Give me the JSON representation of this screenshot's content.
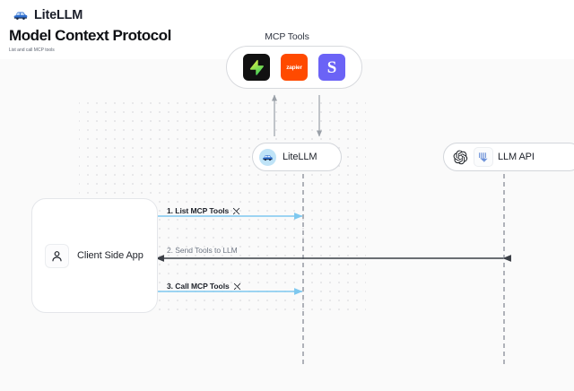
{
  "header": {
    "brand_name": "LiteLLM",
    "brand_logo_icon": "litellm-logo-icon",
    "title": "Model Context Protocol",
    "subtitle": "List and call MCP tools"
  },
  "diagram": {
    "mcp_group": {
      "title": "MCP Tools",
      "tools": [
        {
          "name": "supabase",
          "label": "",
          "icon": "supabase-icon",
          "color": "#111111"
        },
        {
          "name": "zapier",
          "label": "zapier",
          "icon": "zapier-icon",
          "color": "#ff4a00"
        },
        {
          "name": "slack",
          "label": "S",
          "icon": "slack-icon",
          "color": "#6b63f6"
        }
      ]
    },
    "nodes": [
      {
        "id": "litellm",
        "label": "LiteLLM",
        "icon": "litellm-node-icon"
      },
      {
        "id": "llm-api",
        "label": "LLM API",
        "icons": [
          "openai-icon",
          "anthropic-icon"
        ]
      },
      {
        "id": "client-side-app",
        "label": "Client Side App",
        "icon": "user-icon"
      }
    ],
    "steps": [
      {
        "number": "1.",
        "text": "List MCP Tools",
        "label": "1. List MCP Tools",
        "icon": "tools-icon",
        "color": "#7ec8ef",
        "direction": "bidirectional"
      },
      {
        "number": "2.",
        "text": "Send Tools to LLM",
        "label": "2. Send Tools to LLM",
        "icon": "",
        "color": "#3b3f46",
        "direction": "left"
      },
      {
        "number": "3.",
        "text": "Call MCP Tools",
        "label": "3. Call MCP Tools",
        "icon": "tools-icon",
        "color": "#7ec8ef",
        "direction": "bidirectional"
      }
    ],
    "colors": {
      "canvas_background": "#fafafa",
      "dot_grid": "#e2e2e4",
      "lifeline": "#a7abb2",
      "accent_blue": "#7ec8ef",
      "arrow_dark": "#3b3f46",
      "node_border": "#d3d6db"
    }
  }
}
